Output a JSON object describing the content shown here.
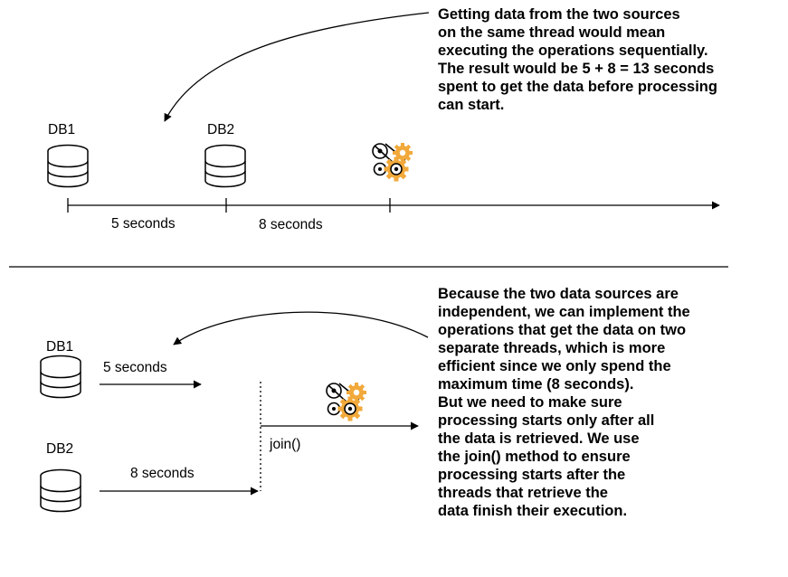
{
  "top": {
    "db1_label": "DB1",
    "db2_label": "DB2",
    "seg1_label": "5 seconds",
    "seg2_label": "8 seconds",
    "note_lines": [
      "Getting data from the two sources",
      "on the same thread would mean",
      "executing the operations sequentially.",
      "The result would be 5 + 8 = 13 seconds",
      "spent to get the data before processing",
      "can start."
    ]
  },
  "bottom": {
    "db1_label": "DB1",
    "db2_label": "DB2",
    "thread1_label": "5 seconds",
    "thread2_label": "8 seconds",
    "join_label": "join()",
    "note_lines": [
      "Because the two data sources are",
      "independent, we can implement the",
      "operations that get the data on two",
      "separate threads, which is more",
      "efficient since we only spend the",
      "maximum time (8 seconds).",
      "But we need to make sure",
      "processing starts only after all",
      "the data is retrieved. We use",
      "the join() method to ensure",
      "processing starts after the",
      "threads that retrieve the",
      "data finish their execution."
    ]
  },
  "icons": {
    "database": "database-icon",
    "processing": "processing-gears-icon"
  },
  "colors": {
    "line": "#000000",
    "gear": "#f2a93b",
    "gear_dark": "#d4881a"
  }
}
